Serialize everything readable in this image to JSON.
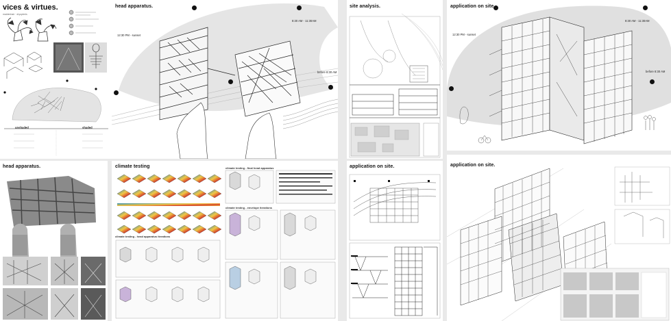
{
  "panels": {
    "p1": {
      "title": "vices & virtues.",
      "subtitle": "maidenhair · dryopteris",
      "legend_left": "unshaded",
      "legend_right": "shaded"
    },
    "p2": {
      "title": "head apparatus.",
      "t1": "8:30 AM - 11:30AM",
      "t2": "12:30 PM - sunset",
      "t3": "before 8:30 AM"
    },
    "p3": {
      "title": "site analysis."
    },
    "p4": {
      "title": "application on site.",
      "t1": "8:30 AM - 11:30AM",
      "t2": "12:30 PM - sunset",
      "t3": "before 8:30 AM"
    },
    "p5": {
      "title": "head apparatus."
    },
    "p6": {
      "title": "climate testing",
      "sub1": "climate testing - head apparatus iterations",
      "sub2": "climate testing - final head apparatus",
      "sub3": "climate testing - envelope iterations"
    },
    "p7": {
      "title": "application on site."
    },
    "p8": {
      "title": "application on site."
    }
  },
  "colors": {
    "ink": "#111111",
    "line": "#555555",
    "shade": "#cfcfcf",
    "heat_hot": "#d43a2a",
    "heat_mid": "#f2c744",
    "heat_cool": "#2f8fb8"
  }
}
